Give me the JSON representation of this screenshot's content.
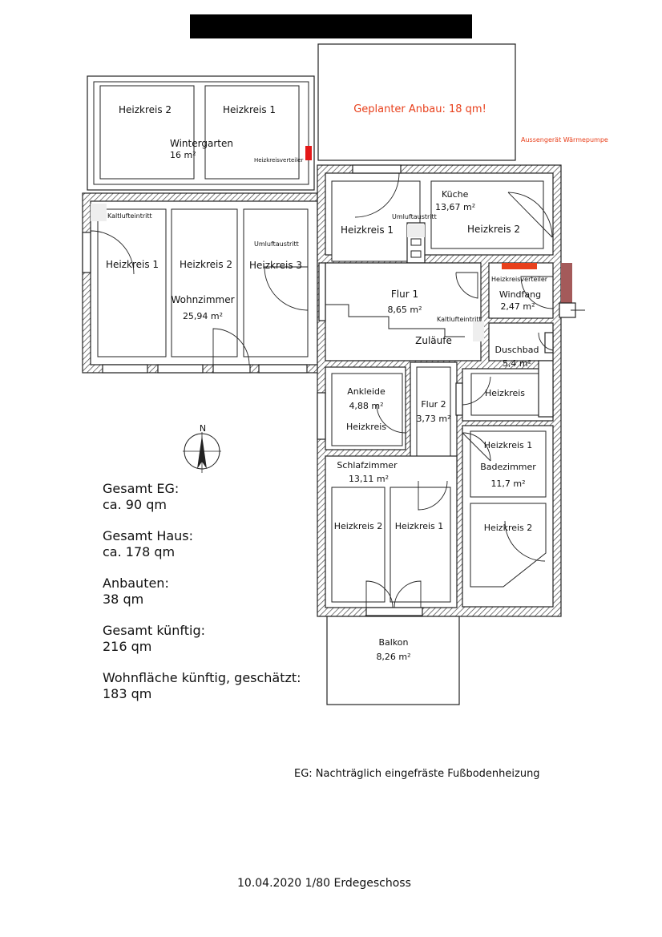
{
  "rooms": {
    "wintergarten": {
      "name": "Wintergarten",
      "area": "16 m²",
      "heizkreis_a": "Heizkreis 2",
      "heizkreis_b": "Heizkreis 1",
      "verteiler": "Heizkreisverteiler"
    },
    "anbau": {
      "label": "Geplanter Anbau: 18 qm!"
    },
    "aussengeraet": {
      "label": "Aussengerät Wärmepumpe"
    },
    "wohnzimmer": {
      "name": "Wohnzimmer",
      "area": "25,94 m²",
      "heizkreis_1": "Heizkreis 1",
      "heizkreis_2": "Heizkreis 2",
      "heizkreis_3": "Heizkreis 3",
      "kaltluft": "Kaltlufteintritt",
      "umluft": "Umluftaustritt"
    },
    "kueche": {
      "name": "Küche",
      "area": "13,67 m²",
      "heizkreis_1": "Heizkreis 1",
      "heizkreis_2": "Heizkreis 2",
      "umluft": "Umluftaustritt"
    },
    "flur1": {
      "name": "Flur 1",
      "area": "8,65 m²",
      "kaltluft": "Kaltlufteintritt",
      "zulaeufe": "Zuläufe"
    },
    "windfang": {
      "name": "Windfang",
      "area": "2,47 m²",
      "verteiler": "Heizkreisverteiler"
    },
    "duschbad": {
      "name": "Duschbad",
      "area": "5,4 m²",
      "heizkreis": "Heizkreis"
    },
    "ankleide": {
      "name": "Ankleide",
      "area": "4,88 m²",
      "heizkreis": "Heizkreis"
    },
    "flur2": {
      "name": "Flur 2",
      "area": "3,73 m²"
    },
    "badezimmer": {
      "name": "Badezimmer",
      "area": "11,7 m²",
      "heizkreis_1": "Heizkreis 1",
      "heizkreis_2": "Heizkreis 2"
    },
    "schlafzimmer": {
      "name": "Schlafzimmer",
      "area": "13,11 m²",
      "heizkreis_2": "Heizkreis 2",
      "heizkreis_1": "Heizkreis 1"
    },
    "balkon": {
      "name": "Balkon",
      "area": "8,26 m²"
    }
  },
  "compass": {
    "north": "N"
  },
  "summary": [
    {
      "label": "Gesamt EG:",
      "value": "ca. 90 qm"
    },
    {
      "label": "Gesamt Haus:",
      "value": "ca. 178 qm"
    },
    {
      "label": "Anbauten:",
      "value": "38 qm"
    },
    {
      "label": "Gesamt künftig:",
      "value": "216 qm"
    },
    {
      "label": "Wohnfläche künftig, geschätzt:",
      "value": "183 qm"
    }
  ],
  "footnote": "EG: Nachträglich eingefräste Fußbodenheizung",
  "footer": "10.04.2020 1/80 Erdegeschoss",
  "colors": {
    "accent_red": "#e8401c",
    "marker_red": "#e41818",
    "duct": "#a45a5a",
    "redacted": "#000000"
  }
}
